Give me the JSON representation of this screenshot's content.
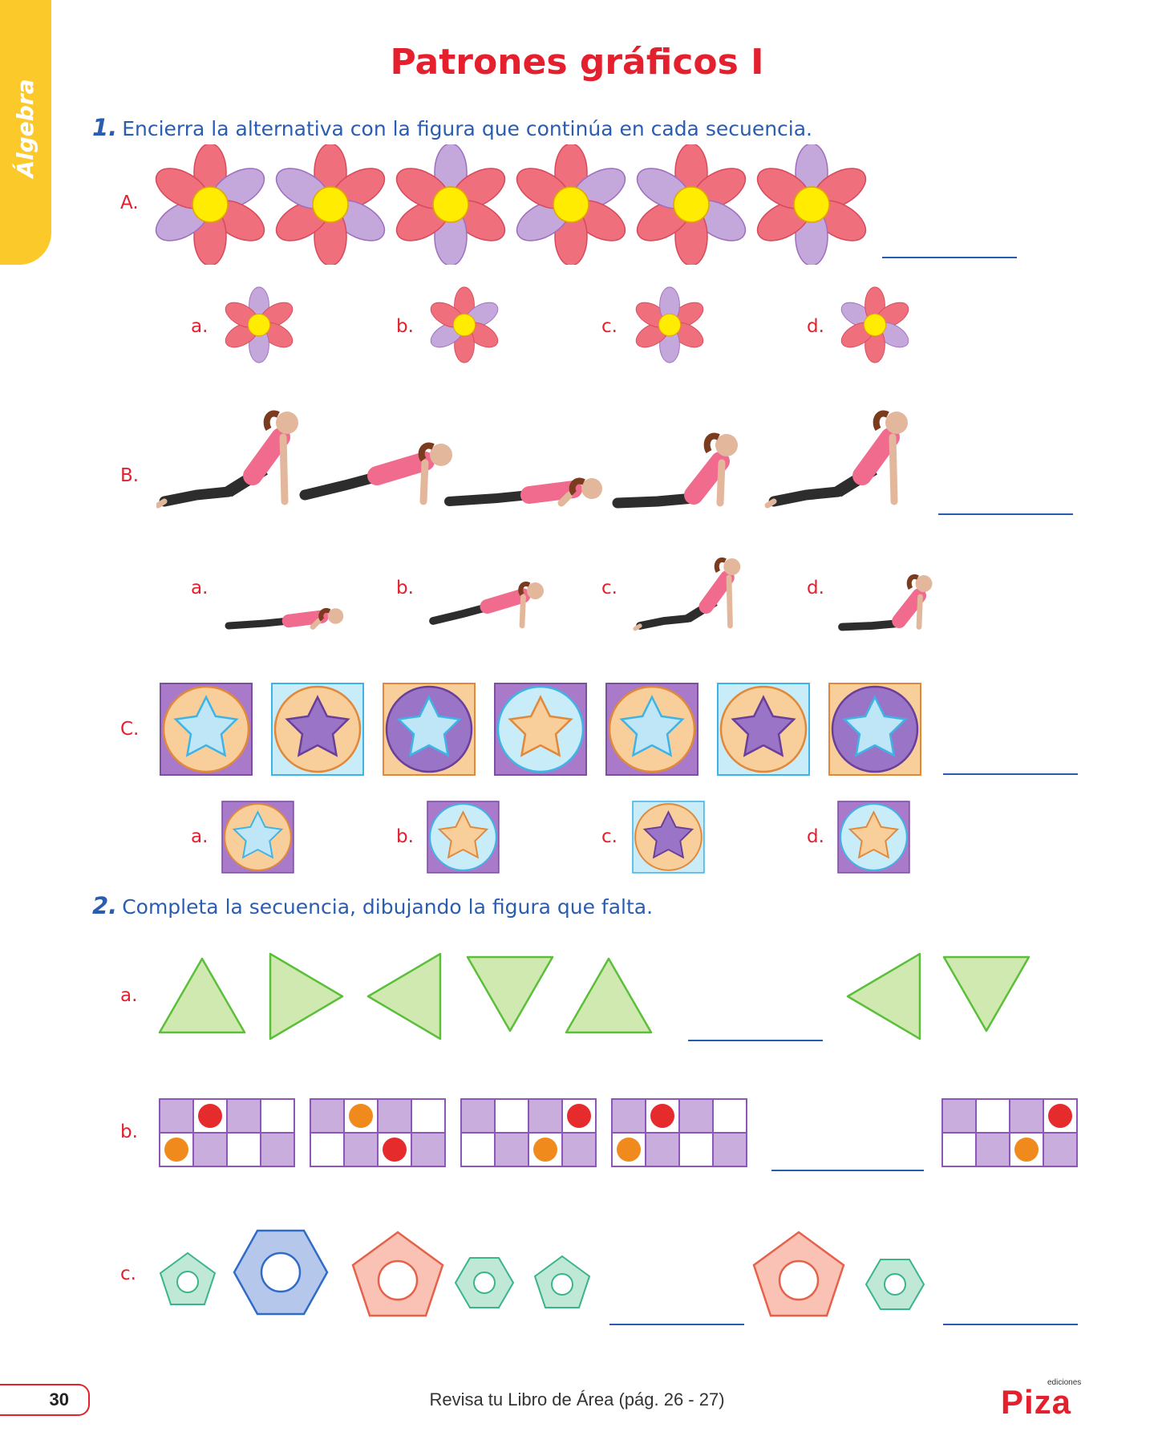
{
  "side_tab": "Álgebra",
  "title": "Patrones gráficos I",
  "q1": {
    "number": "1.",
    "instruction": "Encierra la alternativa con la figura que continúa en cada secuencia.",
    "row_labels": [
      "A.",
      "B.",
      "C."
    ]
  },
  "options": [
    "a.",
    "b.",
    "c.",
    "d."
  ],
  "q2": {
    "number": "2.",
    "instruction": "Completa la secuencia, dibujando la figura que falta.",
    "row_labels": [
      "a.",
      "b.",
      "c."
    ]
  },
  "footer": {
    "page_number": "30",
    "note": "Revisa tu Libro de Área (pág. 26 - 27)",
    "logo_main": "Piza",
    "logo_sub": "ediciones"
  },
  "colors": {
    "red": "#e5202e",
    "blue": "#2a5db0",
    "tab_yellow": "#fcc92b",
    "flower_pink": "#ef6f7c",
    "flower_purple": "#c4a8dc",
    "center_yellow": "#ffec00",
    "triangle_green": "#cfe9b0",
    "grid_lilac": "#c9addc"
  }
}
